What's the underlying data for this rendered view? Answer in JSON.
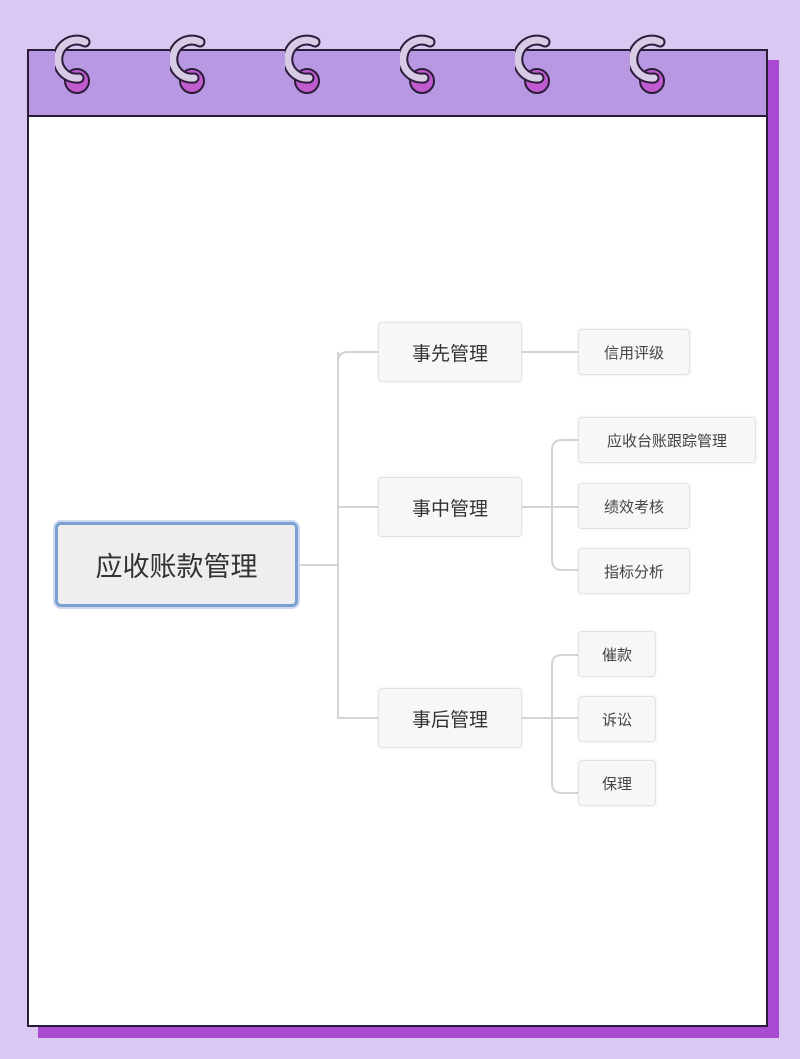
{
  "mindmap": {
    "root": "应收账款管理",
    "branches": [
      {
        "label": "事先管理",
        "children": [
          "信用评级"
        ]
      },
      {
        "label": "事中管理",
        "children": [
          "应收台账跟踪管理",
          "绩效考核",
          "指标分析"
        ]
      },
      {
        "label": "事后管理",
        "children": [
          "催款",
          "诉讼",
          "保理"
        ]
      }
    ]
  },
  "colors": {
    "background": "#d9c9f2",
    "pad_header": "#b898e3",
    "pad_shadow": "#a94bd0",
    "ring_metal": "#d8cbe6",
    "ring_hole": "#c05bd0",
    "root_border": "#7b9fd0",
    "connector": "#d4d4d4"
  },
  "icons": [
    "notebook-ring-icon"
  ]
}
